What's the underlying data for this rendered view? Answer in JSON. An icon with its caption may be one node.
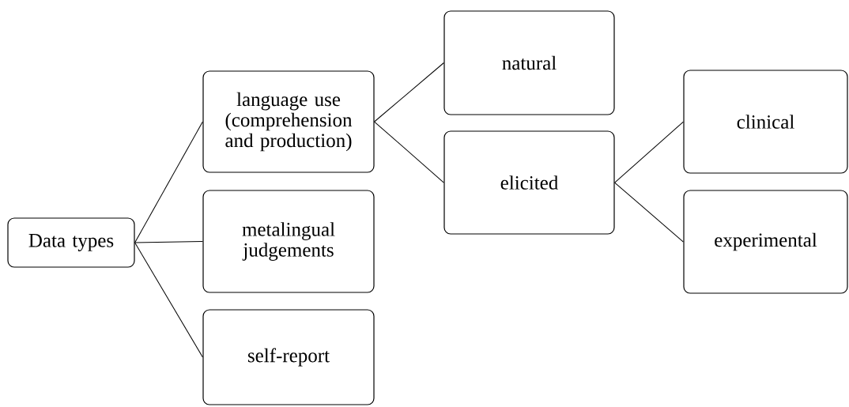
{
  "diagram": {
    "nodes": [
      {
        "text": [
          "Data types"
        ]
      },
      {
        "text": [
          "language use (comprehension and production)"
        ]
      },
      {
        "text": [
          "metalingual judgements"
        ]
      },
      {
        "text": [
          "self-report"
        ]
      },
      {
        "text": [
          "natural"
        ]
      },
      {
        "text": [
          "elicited"
        ]
      },
      {
        "text": [
          "clinical"
        ]
      },
      {
        "text": [
          "experimental"
        ]
      }
    ],
    "edges": [
      {
        "from": 0,
        "to": 1,
        "arrow": "none"
      },
      {
        "from": 0,
        "to": 2,
        "arrow": "none"
      },
      {
        "from": 0,
        "to": 3,
        "arrow": "none"
      },
      {
        "from": 1,
        "to": 4,
        "arrow": "none"
      },
      {
        "from": 1,
        "to": 5,
        "arrow": "none"
      },
      {
        "from": 5,
        "to": 6,
        "arrow": "none"
      },
      {
        "from": 5,
        "to": 7,
        "arrow": "none"
      }
    ]
  }
}
